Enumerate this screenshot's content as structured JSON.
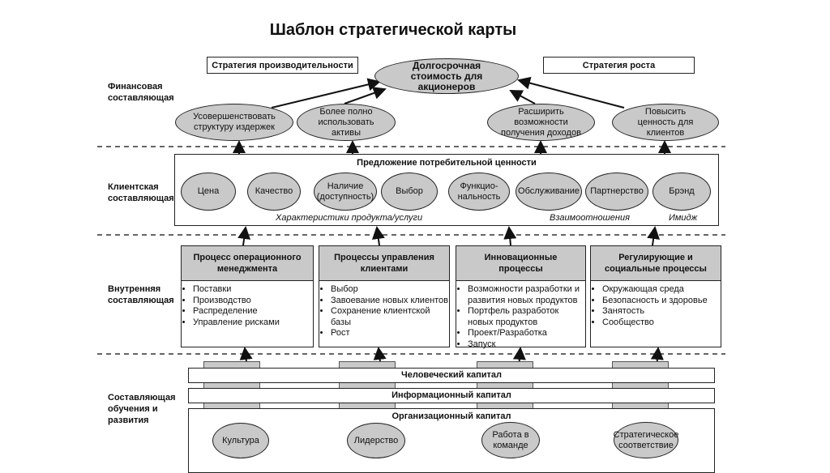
{
  "title": "Шаблон стратегической карты",
  "perspectives": {
    "financial": "Финансовая составляющая",
    "customer": "Клиентская составляющая",
    "internal": "Внутренняя составляющая",
    "learning": "Составляющая обучения и развития"
  },
  "financial": {
    "strategy_left": "Стратегия производительности",
    "strategy_right": "Стратегия роста",
    "goal": "Долгосрочная стоимость для акционеров",
    "objectives": [
      "Усовершенствовать структуру издержек",
      "Более полно использовать активы",
      "Расширить возможности получения доходов",
      "Повысить ценность для клиентов"
    ]
  },
  "customer": {
    "title": "Предложение потребительной ценности",
    "attributes": [
      "Цена",
      "Качество",
      "Наличие (доступность)",
      "Выбор",
      "Функцио-нальность",
      "Обслуживание",
      "Партнерство",
      "Брэнд"
    ],
    "groups": [
      "Характеристики продукта/услуги",
      "Взаимоотношения",
      "Имидж"
    ]
  },
  "internal": [
    {
      "title": "Процесс операционного менеджмента",
      "items": [
        "Поставки",
        "Производство",
        "Распределение",
        "Управление рисками"
      ]
    },
    {
      "title": "Процессы управления клиентами",
      "items": [
        "Выбор",
        "Завоевание новых клиентов",
        "Сохранение клиентской базы",
        "Рост"
      ]
    },
    {
      "title": "Инновационные процессы",
      "items": [
        "Возможности разработки и развития новых продуктов",
        "Портфель разработок новых продуктов",
        "Проект/Разработка",
        "Запуск"
      ]
    },
    {
      "title": "Регулирующие и социальные процессы",
      "items": [
        "Окружающая среда",
        "Безопасность и здоровье",
        "Занятость",
        "Сообщество"
      ]
    }
  ],
  "learning": {
    "human": "Человеческий капитал",
    "information": "Информационный капитал",
    "organization": "Организационный капитал",
    "org_items": [
      "Культура",
      "Лидерство",
      "Работа в команде",
      "Стратегическое соответствие"
    ]
  }
}
